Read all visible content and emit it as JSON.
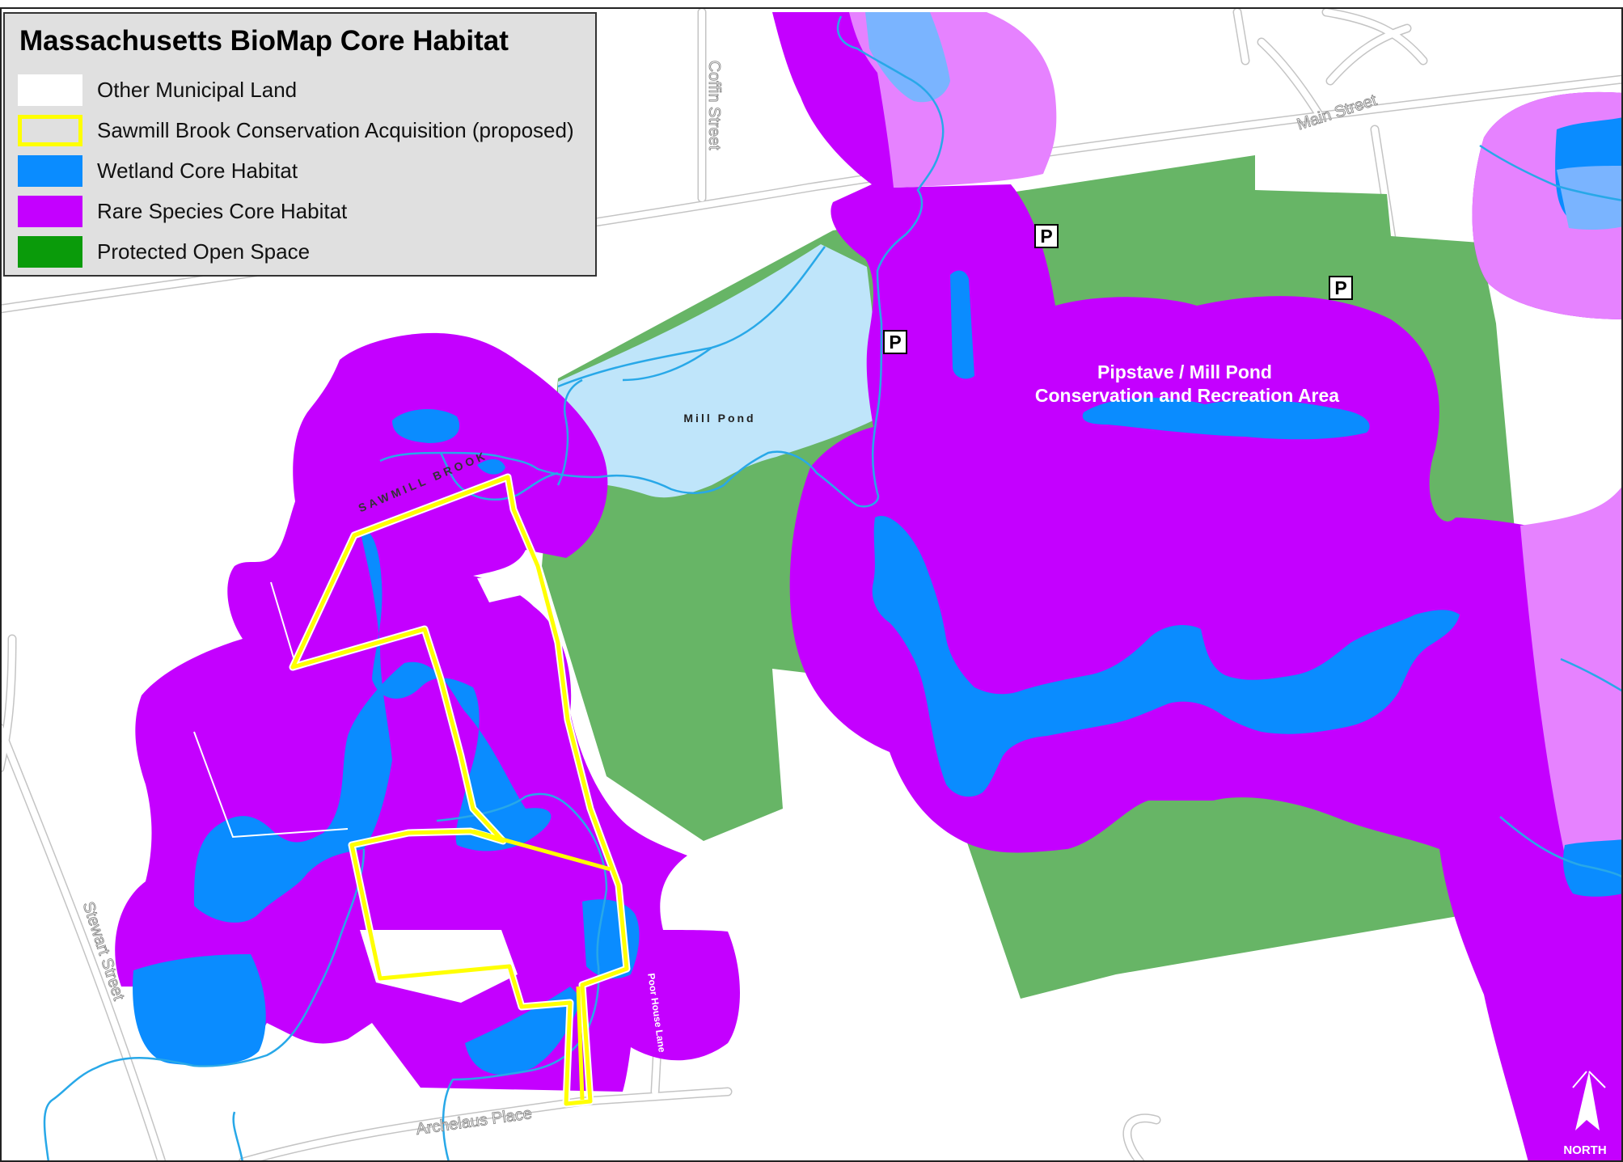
{
  "legend": {
    "title": "Massachusetts BioMap Core Habitat",
    "items": [
      {
        "label": "Other Municipal Land",
        "fill": "#ffffff",
        "border": "#ffffff"
      },
      {
        "label": "Sawmill Brook Conservation Acquisition (proposed)",
        "fill": "#e0e0e0",
        "border": "#ffff00"
      },
      {
        "label": "Wetland Core Habitat",
        "fill": "#0a8cff",
        "border": "#0a8cff"
      },
      {
        "label": "Rare Species Core Habitat",
        "fill": "#c400ff",
        "border": "#c400ff"
      },
      {
        "label": "Protected Open Space",
        "fill": "#0a9b0a",
        "border": "#0a9b0a"
      }
    ]
  },
  "colors": {
    "rare_species": "#c400ff",
    "wetland": "#0a8cff",
    "open_space": "#67b566",
    "pond": "#bfe5fa",
    "road": "#c4c4c4",
    "stream": "#28a8e8",
    "acquisition_outline": "#ffff00"
  },
  "map_labels": {
    "conservation_area_line1": "Pipstave / Mill Pond",
    "conservation_area_line2": "Conservation and Recreation Area",
    "mill_pond": "Mill Pond",
    "sawmill_brook": "SAWMILL BROOK",
    "main_street": "Main Street",
    "coffin_street": "Coffin Street",
    "stewart_street": "Stewart Street",
    "poor_house_lane": "Poor House Lane",
    "archelaus_place": "Archelaus Place"
  },
  "parking_label": "P",
  "north_label": "NORTH",
  "north_icon": "north-arrow-icon"
}
